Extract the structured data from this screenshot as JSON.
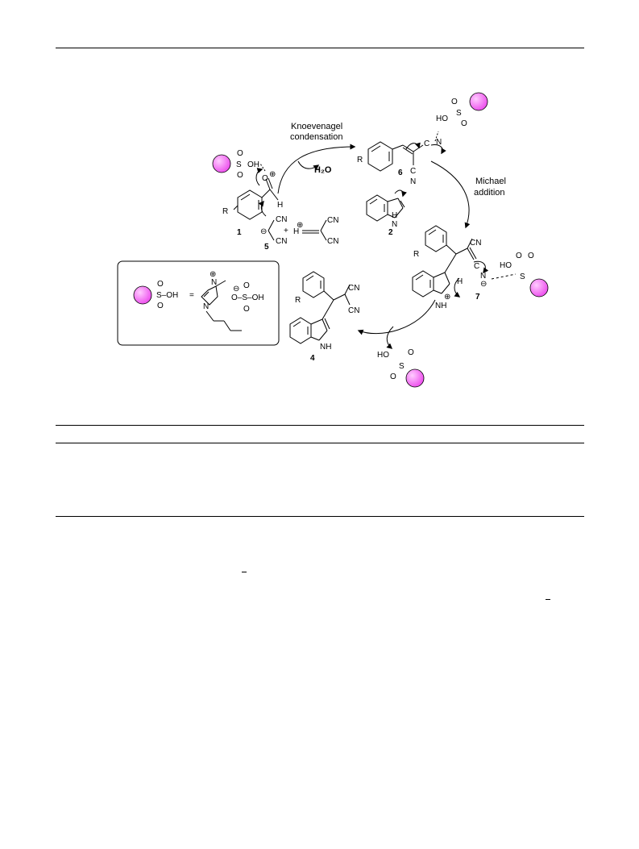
{
  "mechanism": {
    "step_labels": {
      "knoevenagel_line1": "Knoevenagel",
      "knoevenagel_line2": "condensation",
      "michael_line1": "Michael",
      "michael_line2": "addition",
      "water": "H₂O"
    },
    "compound_numbers": {
      "c1": "1",
      "c2": "2",
      "c4": "4",
      "c5": "5",
      "c6": "6",
      "c7": "7"
    },
    "atom_labels": {
      "so3h_s": "S",
      "so3h_oh": "OH",
      "o": "O",
      "ho": "HO",
      "h": "H",
      "r": "R",
      "n": "N",
      "nh": "NH",
      "cn": "CN",
      "c": "C",
      "plus": "+",
      "equals": "=",
      "o_minus": "O",
      "ion_charge_plus": "⊕",
      "ion_charge_minus": "⊖"
    },
    "catalyst_definition": {
      "lhs": "S–OH",
      "rhs_anion": "O–S–OH"
    },
    "colors": {
      "catalyst_sphere": "#ee55ee",
      "catalyst_sphere_highlight": "#ffccff",
      "ink": "#000000"
    }
  }
}
